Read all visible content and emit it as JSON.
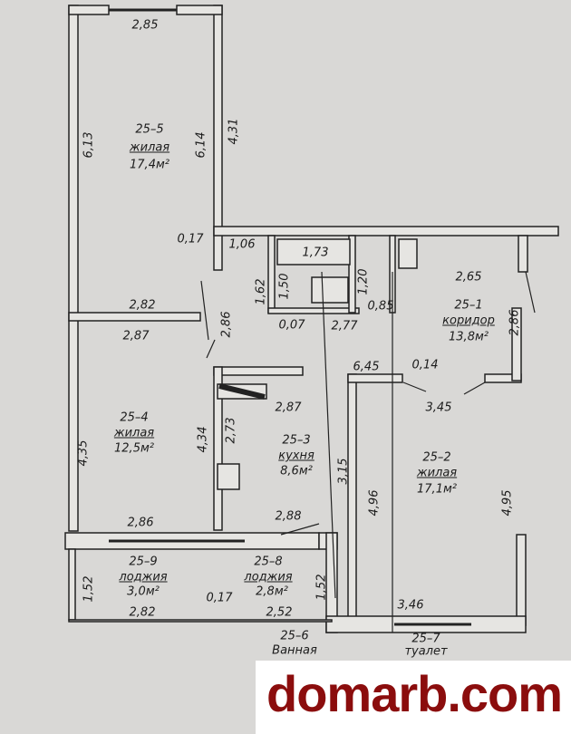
{
  "rooms": {
    "r5": {
      "id": "25–5",
      "type": "жилая",
      "area": "17,4м²"
    },
    "r4": {
      "id": "25–4",
      "type": "жилая",
      "area": "12,5м²"
    },
    "r3": {
      "id": "25–3",
      "type": "кухня",
      "area": "8,6м²"
    },
    "r2": {
      "id": "25–2",
      "type": "жилая",
      "area": "17,1м²"
    },
    "r1": {
      "id": "25–1",
      "type": "коридор",
      "area": "13,8м²"
    },
    "r9": {
      "id": "25–9",
      "type": "лоджия",
      "area": "3,0м²"
    },
    "r8": {
      "id": "25–8",
      "type": "лоджия",
      "area": "2,8м²"
    },
    "r6": {
      "id": "25–6",
      "type": "Ванная"
    },
    "r7": {
      "id": "25–7",
      "type": "туалет"
    }
  },
  "dims": [
    "2,85",
    "4,31",
    "6,13",
    "6,14",
    "0,17",
    "1,06",
    "1,73",
    "2,65",
    "1,62",
    "1,50",
    "1,20",
    "0,85",
    "2,86",
    "2,86",
    "2,82",
    "2,87",
    "0,07",
    "2,77",
    "6,45",
    "0,14",
    "2,87",
    "3,45",
    "4,35",
    "4,34",
    "2,73",
    "3,15",
    "4,96",
    "4,95",
    "2,86",
    "2,88",
    "1,52",
    "1,52",
    "0,17",
    "2,82",
    "2,52",
    "3,46"
  ],
  "watermark": "domarb.com"
}
